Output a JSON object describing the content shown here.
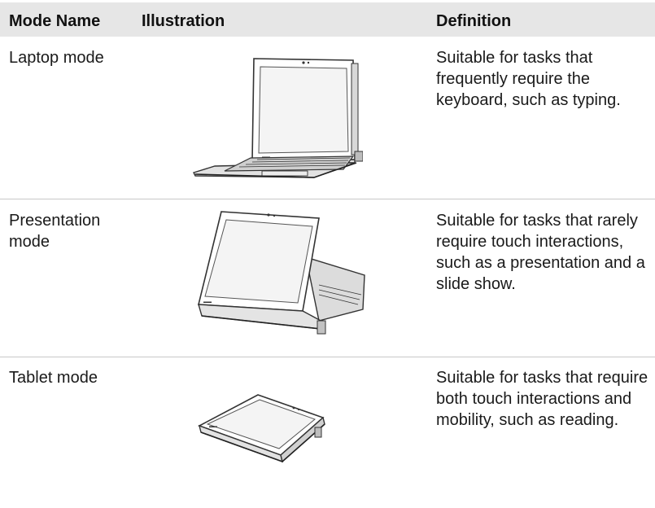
{
  "table": {
    "headers": {
      "mode_name": "Mode Name",
      "illustration": "Illustration",
      "definition": "Definition"
    },
    "rows": [
      {
        "mode": "Laptop mode",
        "definition": "Suitable for tasks that frequently require the keyboard, such as typing.",
        "illustration_icon": "laptop-mode-illustration"
      },
      {
        "mode": "Presentation mode",
        "definition": "Suitable for tasks that rarely require touch interactions, such as a presentation and a slide show.",
        "illustration_icon": "presentation-mode-illustration"
      },
      {
        "mode": "Tablet mode",
        "definition": "Suitable for tasks that require both touch interactions and mobility, such as reading.",
        "illustration_icon": "tablet-mode-illustration"
      }
    ]
  }
}
